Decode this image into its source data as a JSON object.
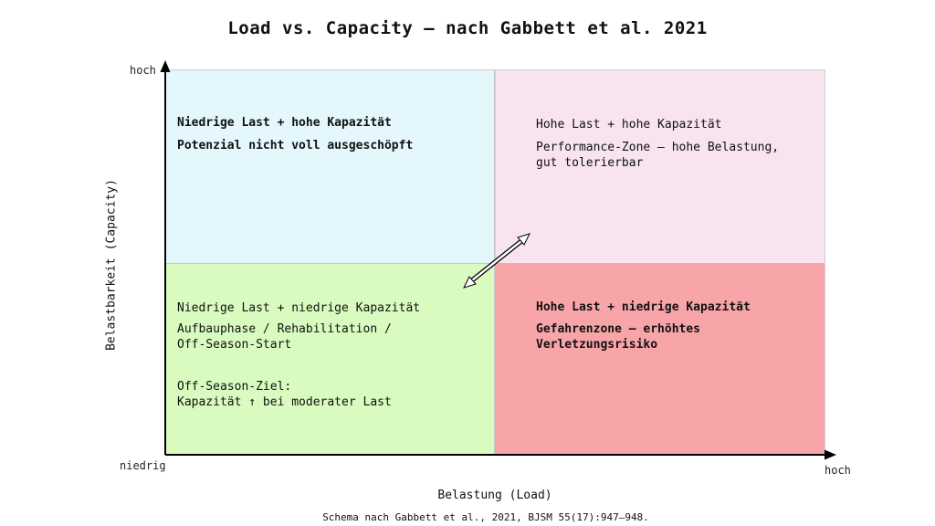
{
  "title": "Load vs. Capacity – nach Gabbett et al. 2021",
  "axes": {
    "x_label": "Belastung (Load)",
    "y_label": "Belastbarkeit (Capacity)",
    "y_high": "hoch",
    "origin_low": "niedrig",
    "x_high": "hoch"
  },
  "quadrants": {
    "top_left": {
      "heading": "Niedrige Last + hohe Kapazität",
      "description": "Potenzial nicht voll ausgeschöpft",
      "color": "#e3f7fc"
    },
    "top_right": {
      "heading": "Hohe Last + hohe Kapazität",
      "description": "Performance-Zone – hohe Belastung,\ngut tolerierbar",
      "color": "#f7e4ef"
    },
    "bottom_left": {
      "heading": "Niedrige Last + niedrige Kapazität",
      "description": "Aufbauphase / Rehabilitation /\nOff-Season-Start",
      "goal": "Off-Season-Ziel:\nKapazität ↑ bei moderater Last",
      "color": "#d9fbbf"
    },
    "bottom_right": {
      "heading": "Hohe Last + niedrige Kapazität",
      "description": "Gefahrenzone – erhöhtes\nVerletzungsrisiko",
      "color": "#f8a5a9"
    }
  },
  "source": "Schema nach Gabbett et al., 2021, BJSM 55(17):947–948."
}
